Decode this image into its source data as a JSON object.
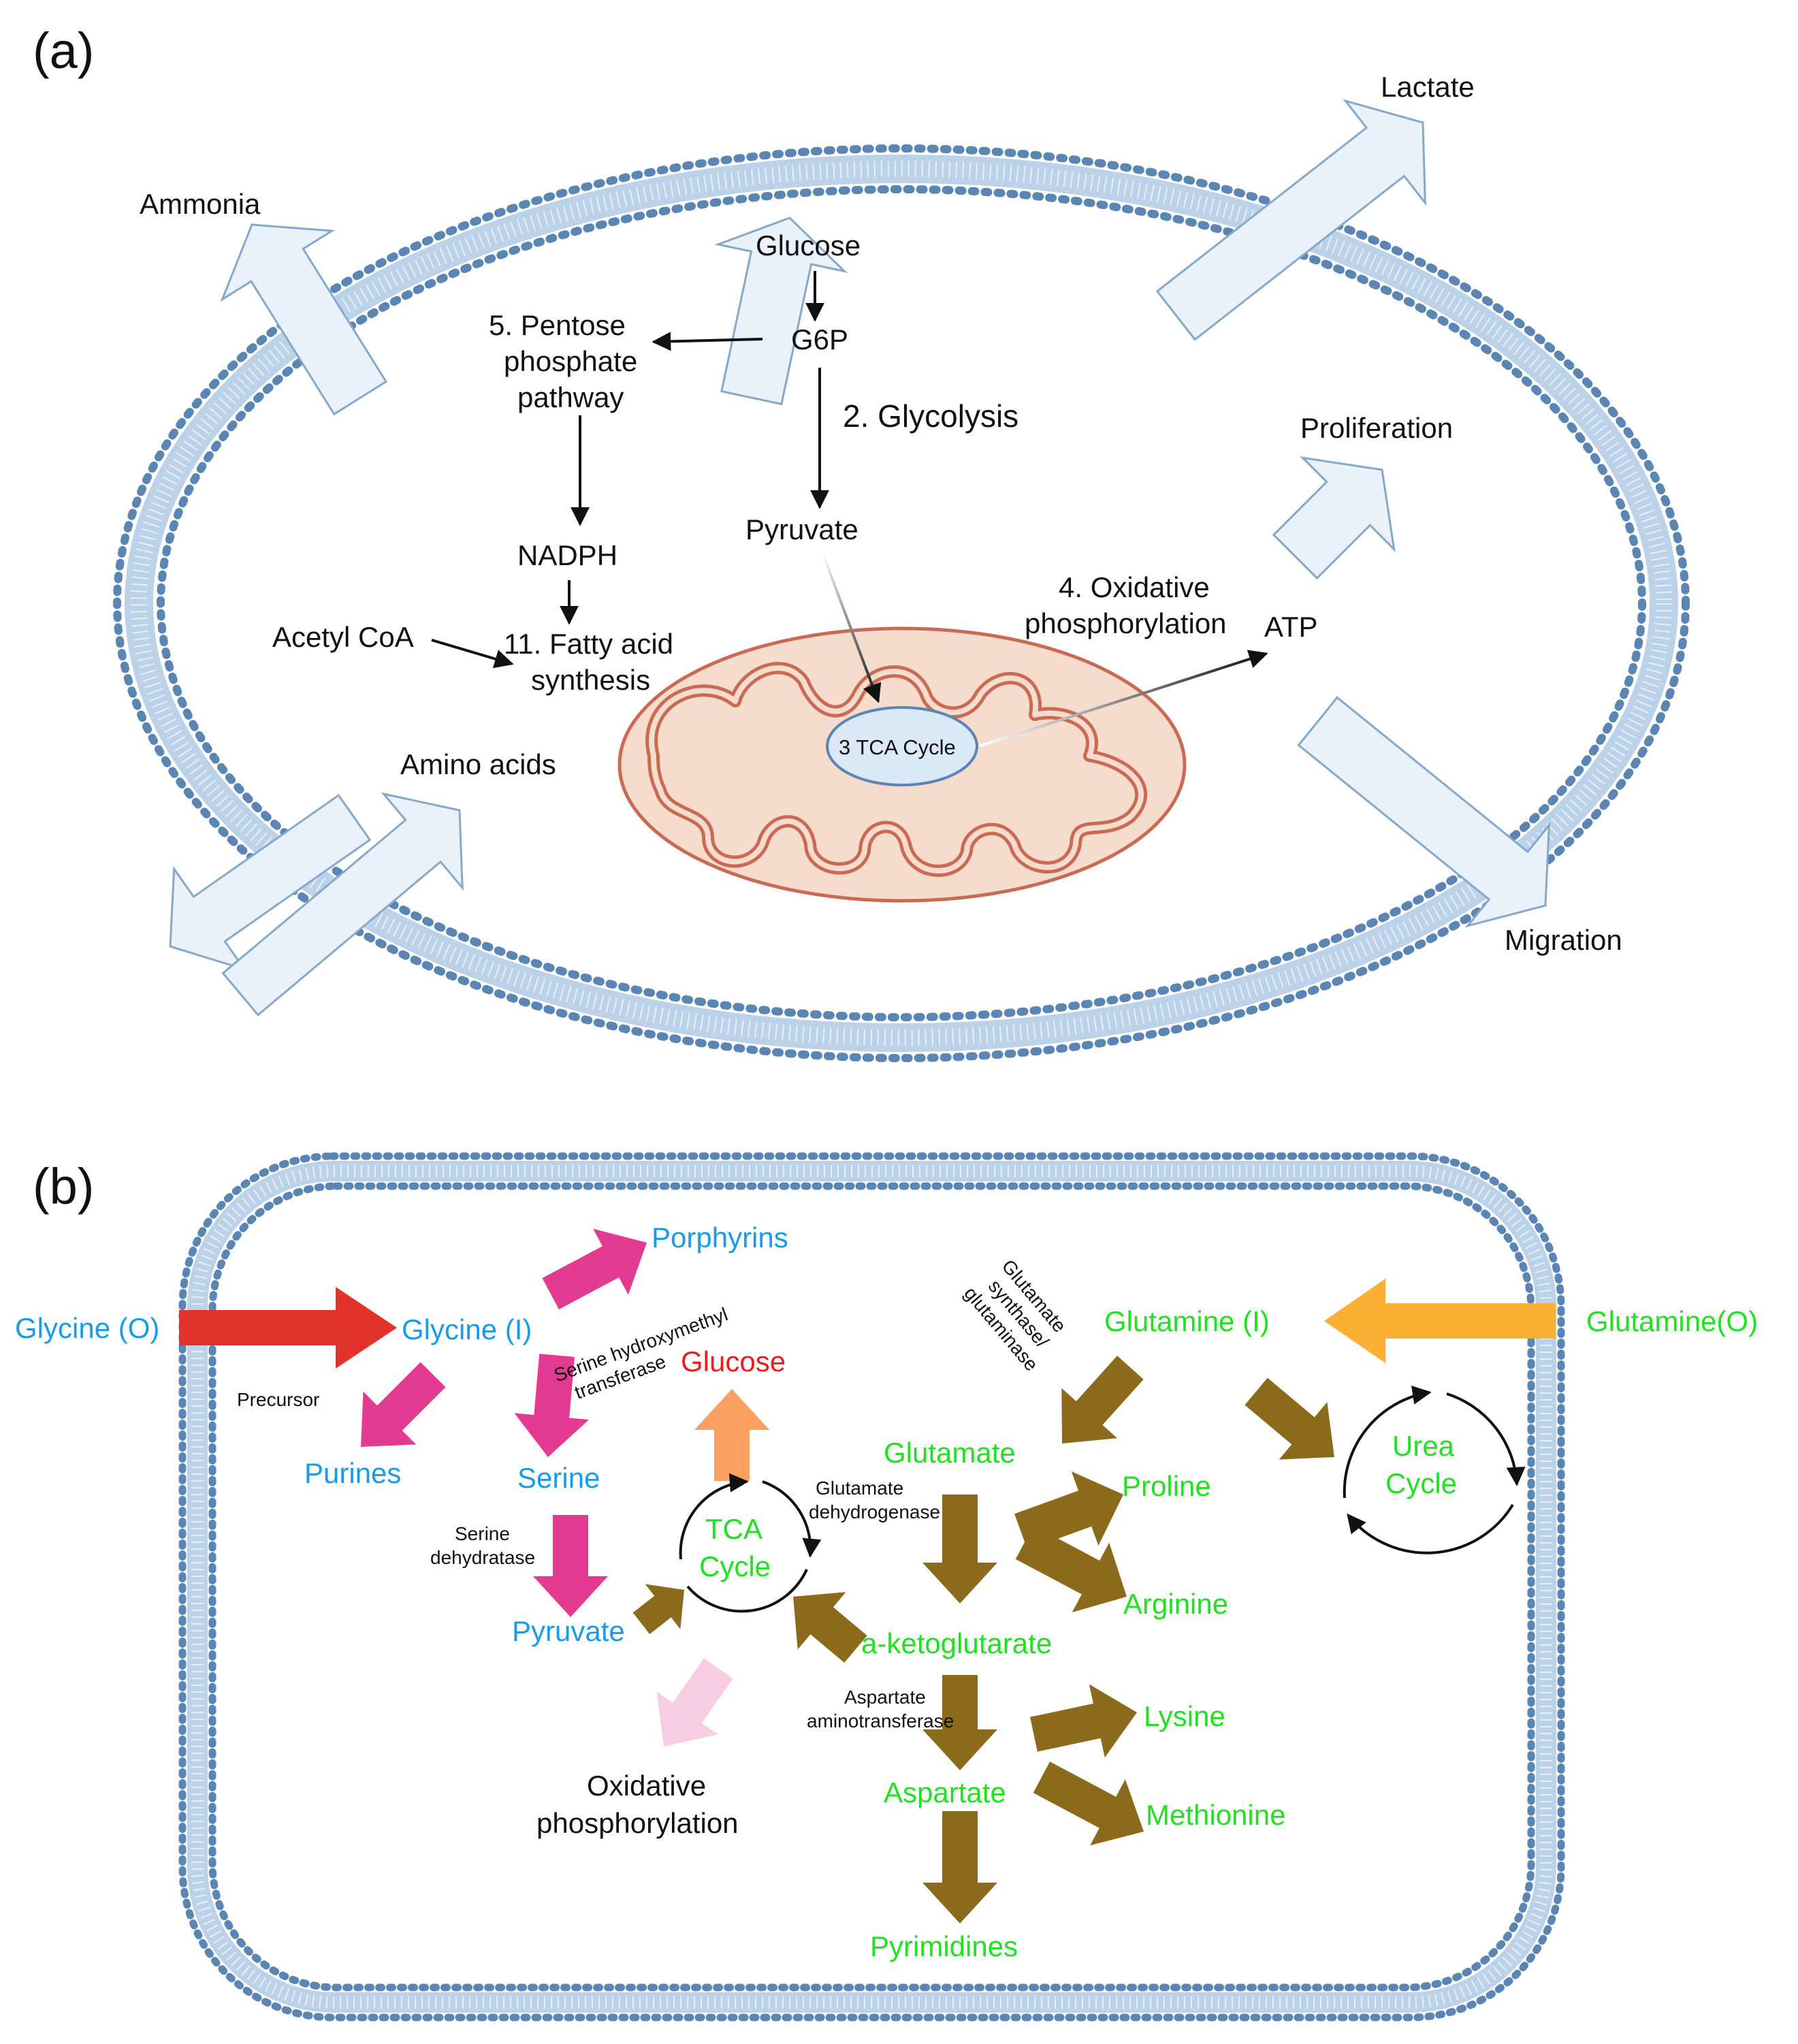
{
  "panel_a": {
    "label": "(a)",
    "nodes": {
      "ammonia": "Ammonia",
      "lactate": "Lactate",
      "glucose": "Glucose",
      "g6p": "G6P",
      "ppp_l1": "5. Pentose",
      "ppp_l2": "phosphate",
      "ppp_l3": "pathway",
      "glycolysis": "2. Glycolysis",
      "proliferation": "Proliferation",
      "nadph": "NADPH",
      "pyruvate": "Pyruvate",
      "oxphos_l1": "4. Oxidative",
      "oxphos_l2": "phosphorylation",
      "atp": "ATP",
      "acetyl_coa": "Acetyl CoA",
      "fas_l1": "11. Fatty acid",
      "fas_l2": "synthesis",
      "amino_acids": "Amino acids",
      "tca": "3 TCA Cycle",
      "migration": "Migration"
    }
  },
  "panel_b": {
    "label": "(b)",
    "nodes": {
      "glycine_o": "Glycine (O)",
      "glycine_i": "Glycine (I)",
      "porphyrins": "Porphyrins",
      "precursor": "Precursor",
      "purines": "Purines",
      "shmt_l1": "Serine hydroxymethyl",
      "shmt_l2": "transferase",
      "glucose": "Glucose",
      "serine": "Serine",
      "sd_l1": "Serine",
      "sd_l2": "dehydratase",
      "pyruvate": "Pyruvate",
      "tca_l1": "TCA",
      "tca_l2": "Cycle",
      "gdh_l1": "Glutamate",
      "gdh_l2": "dehydrogenase",
      "gs_l1": "Glutamate",
      "gs_l2": "synthase/",
      "gs_l3": "glutaminase",
      "glutamine_i": "Glutamine (I)",
      "glutamine_o": "Glutamine(O)",
      "glutamate": "Glutamate",
      "proline": "Proline",
      "arginine": "Arginine",
      "akg": "a-ketoglutarate",
      "urea_l1": "Urea",
      "urea_l2": "Cycle",
      "asat_l1": "Aspartate",
      "asat_l2": "aminotransferase",
      "oxphos_l1": "Oxidative",
      "oxphos_l2": "phosphorylation",
      "aspartate": "Aspartate",
      "lysine": "Lysine",
      "methionine": "Methionine",
      "pyrimidines": "Pyrimidines"
    }
  },
  "colors": {
    "membrane_dot": "#5b86b3",
    "membrane_fill": "#bcd2e8",
    "arrow_light": "#e9f1fa",
    "arrow_light_stroke": "#86a8c9",
    "mito_fill": "#f6dccd",
    "mito_stroke": "#c96a55",
    "tca_fill": "#dbe8f5",
    "magenta": "#e23b91",
    "light_pink": "#f8cde1",
    "red_arrow": "#e2332a",
    "orange_arrow": "#fba060",
    "amber_arrow": "#fbb034",
    "olive": "#8b6a1c",
    "label_blue": "#1a9be8",
    "label_green": "#22e022",
    "label_red": "#ee1c1c"
  }
}
